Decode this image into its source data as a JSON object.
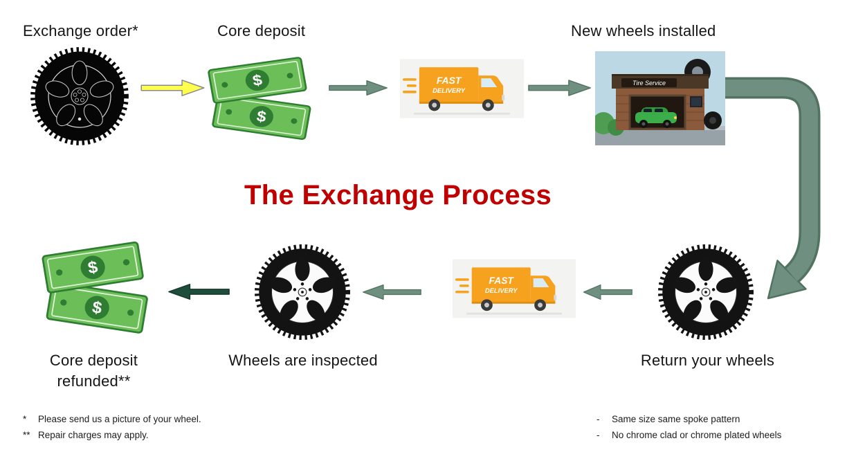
{
  "title": "The Exchange Process",
  "steps": {
    "exchange_order": "Exchange order*",
    "core_deposit": "Core deposit",
    "new_wheels_installed": "New wheels installed",
    "return_your_wheels": "Return your wheels",
    "wheels_are_inspected": "Wheels are inspected",
    "core_deposit_refunded": "Core deposit refunded**"
  },
  "truck": {
    "line1": "FAST",
    "line2": "DELIVERY"
  },
  "shop": {
    "sign": "Tire Service"
  },
  "money": {
    "currency_symbol": "$"
  },
  "footnotes": {
    "note1_marker": "*",
    "note1_text": "Please send us a picture of your wheel.",
    "note2_marker": "**",
    "note2_text": "Repair charges may apply.",
    "req1_marker": "-",
    "req1_text": "Same size same spoke pattern",
    "req2_marker": "-",
    "req2_text": "No chrome clad or chrome plated wheels"
  },
  "icons": {
    "black_wheel": "alloy-wheel-icon",
    "silver_wheel": "alloy-wheel-icon",
    "money": "cash-bills-icon",
    "truck": "delivery-truck-icon",
    "shop": "tire-service-shop-icon"
  },
  "colors": {
    "title_red": "#C00000",
    "arrow_yellow": "#FFFF4D",
    "arrow_sage_green": "#6F9080",
    "arrow_dark_green": "#1E4D3B"
  }
}
